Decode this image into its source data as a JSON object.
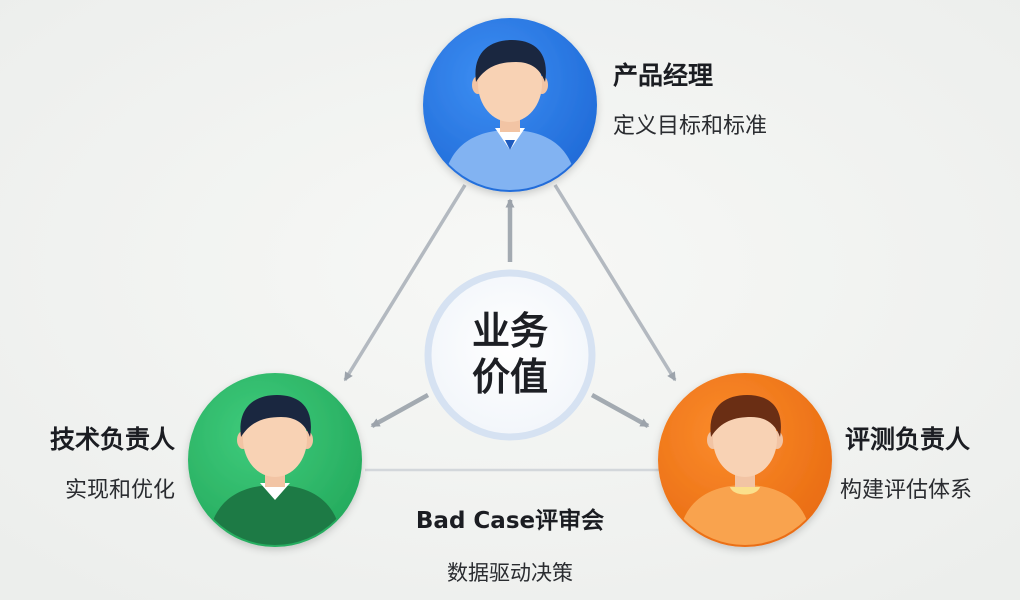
{
  "center": {
    "line1": "业务",
    "line2": "价值"
  },
  "roles": {
    "product": {
      "title": "产品经理",
      "subtitle": "定义目标和标准",
      "color": "#2a78e4"
    },
    "tech": {
      "title": "技术负责人",
      "subtitle": "实现和优化",
      "color": "#2db86a"
    },
    "eval": {
      "title": "评测负责人",
      "subtitle": "构建评估体系",
      "color": "#f07a1a"
    }
  },
  "review": {
    "title": "Bad Case评审会",
    "subtitle": "数据驱动决策"
  }
}
